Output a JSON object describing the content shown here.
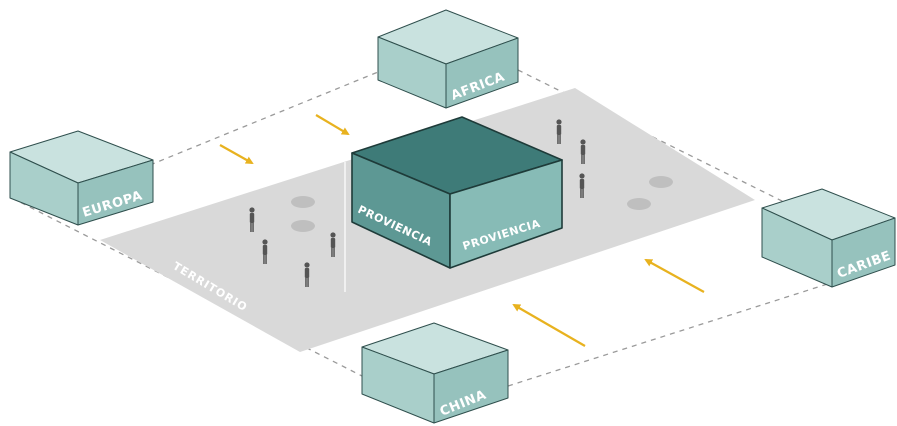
{
  "labels": {
    "territory": "TERRITORIO",
    "center_left": "PROVIENCIA",
    "center_right": "PROVIENCIA",
    "north": "AFRICA",
    "west": "EUROPA",
    "east": "CARIBE",
    "south": "CHINA"
  },
  "colors": {
    "box_top": "#c9e2df",
    "box_left": "#a9cfca",
    "box_right": "#96c2bd",
    "box_edge": "#2f4f4d",
    "central_top": "#3e7b78",
    "central_left": "#5d9894",
    "central_right": "#87bbb6",
    "plaza": "#d9d9d9",
    "arrow": "#e8b21f",
    "dashed_line": "#9a9a9a",
    "people": "#555555"
  }
}
